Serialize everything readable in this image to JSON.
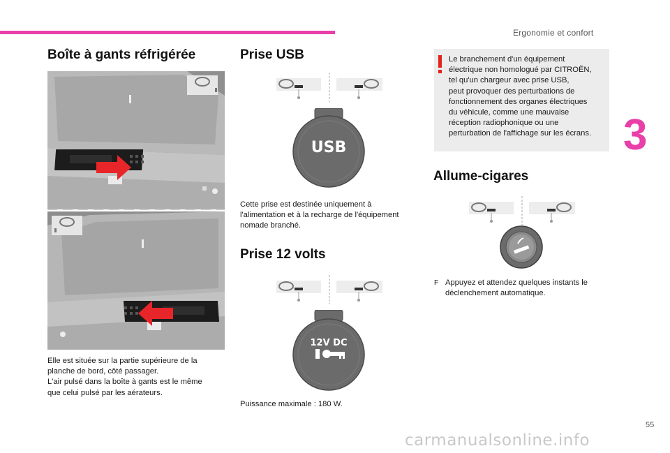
{
  "header": {
    "section": "Ergonomie et confort",
    "chapter_number": "3",
    "page_number": "55"
  },
  "left_column": {
    "title": "Boîte à gants réfrigérée",
    "text_lines": [
      "Elle est située sur la partie supérieure de la",
      "planche de bord, côté passager.",
      "L'air pulsé dans la boîte à gants est le même",
      "que celui pulsé par les aérateurs."
    ]
  },
  "usb": {
    "title": "Prise USB",
    "socket_label": "USB",
    "text_lines": [
      "Cette prise est destinée uniquement à",
      "l'alimentation et à la recharge de l'équipement",
      "nomade branché."
    ]
  },
  "twelve_volt": {
    "title": "Prise 12 volts",
    "socket_label": "12V DC",
    "text_lines": [
      "Puissance maximale : 180 W."
    ]
  },
  "warning": {
    "icon": "exclamation-icon",
    "text_lines": [
      "Le branchement d'un équipement",
      "électrique non homologué par CITROËN,",
      "tel qu'un chargeur avec prise USB,",
      "peut provoquer des perturbations de",
      "fonctionnement des organes électriques",
      "du véhicule, comme une mauvaise",
      "réception radiophonique ou une",
      "perturbation de l'affichage sur les écrans."
    ]
  },
  "cigarette_lighter": {
    "title": "Allume-cigares",
    "bullet_symbol": "F",
    "bullet_lines": [
      "Appuyez et attendez quelques instants le",
      "déclenchement automatique."
    ]
  },
  "watermark": "carmanualsonline.info",
  "colors": {
    "accent": "#e83fa8",
    "warning_red": "#e2231a",
    "arrow_red": "#e8262a",
    "photo_gray": "#9a9a9a",
    "socket_gray": "#6b6b6b"
  }
}
